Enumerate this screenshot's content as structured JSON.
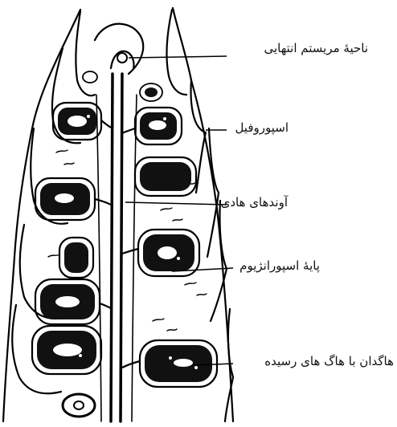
{
  "labels": {
    "apical_meristem": "ناحیهٔ مریستم انتهایی",
    "sporophyll": "اسپوروفیل",
    "vascular_bundles": "آوندهای هادی",
    "sporangium_base": "پایهٔ اسپورانژیوم",
    "sporangium_with_mature_spores": "هاگدان با هاگ های رسیده"
  }
}
